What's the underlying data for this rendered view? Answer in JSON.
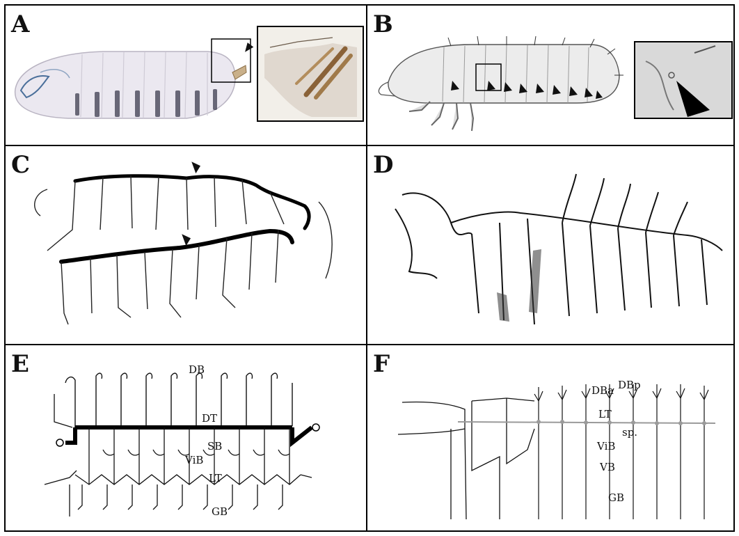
{
  "panels": [
    {
      "id": "A",
      "letter": "A"
    },
    {
      "id": "B",
      "letter": "B"
    },
    {
      "id": "C",
      "letter": "C"
    },
    {
      "id": "D",
      "letter": "D"
    },
    {
      "id": "E",
      "letter": "E"
    },
    {
      "id": "F",
      "letter": "F"
    }
  ],
  "panel_e_labels": {
    "db": "DB",
    "dt": "DT",
    "sb": "SB",
    "vib": "ViB",
    "lt": "LT",
    "gb": "GB"
  },
  "panel_f_labels": {
    "dba": "DBa",
    "dbp": "DBp",
    "lt": "LT",
    "sp": "sp.",
    "vib": "ViB",
    "vb": "VB",
    "gb": "GB"
  },
  "colors": {
    "border": "#000000",
    "background": "#ffffff",
    "trachea": "#000000",
    "larva_body": "#e9e6ee",
    "segment_stripes": "#3a3a4a",
    "branch_grey": "#9a9a9a"
  }
}
